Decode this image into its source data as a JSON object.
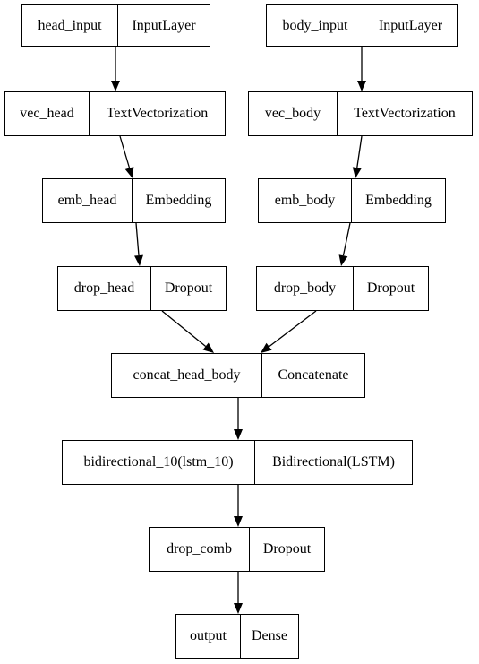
{
  "nodes": {
    "head_input": {
      "name": "head_input",
      "type": "InputLayer"
    },
    "body_input": {
      "name": "body_input",
      "type": "InputLayer"
    },
    "vec_head": {
      "name": "vec_head",
      "type": "TextVectorization"
    },
    "vec_body": {
      "name": "vec_body",
      "type": "TextVectorization"
    },
    "emb_head": {
      "name": "emb_head",
      "type": "Embedding"
    },
    "emb_body": {
      "name": "emb_body",
      "type": "Embedding"
    },
    "drop_head": {
      "name": "drop_head",
      "type": "Dropout"
    },
    "drop_body": {
      "name": "drop_body",
      "type": "Dropout"
    },
    "concat": {
      "name": "concat_head_body",
      "type": "Concatenate"
    },
    "bidirectional": {
      "name": "bidirectional_10(lstm_10)",
      "type": "Bidirectional(LSTM)"
    },
    "drop_comb": {
      "name": "drop_comb",
      "type": "Dropout"
    },
    "output": {
      "name": "output",
      "type": "Dense"
    }
  },
  "edges": [
    [
      "head_input",
      "vec_head"
    ],
    [
      "body_input",
      "vec_body"
    ],
    [
      "vec_head",
      "emb_head"
    ],
    [
      "vec_body",
      "emb_body"
    ],
    [
      "emb_head",
      "drop_head"
    ],
    [
      "emb_body",
      "drop_body"
    ],
    [
      "drop_head",
      "concat"
    ],
    [
      "drop_body",
      "concat"
    ],
    [
      "concat",
      "bidirectional"
    ],
    [
      "bidirectional",
      "drop_comb"
    ],
    [
      "drop_comb",
      "output"
    ]
  ]
}
